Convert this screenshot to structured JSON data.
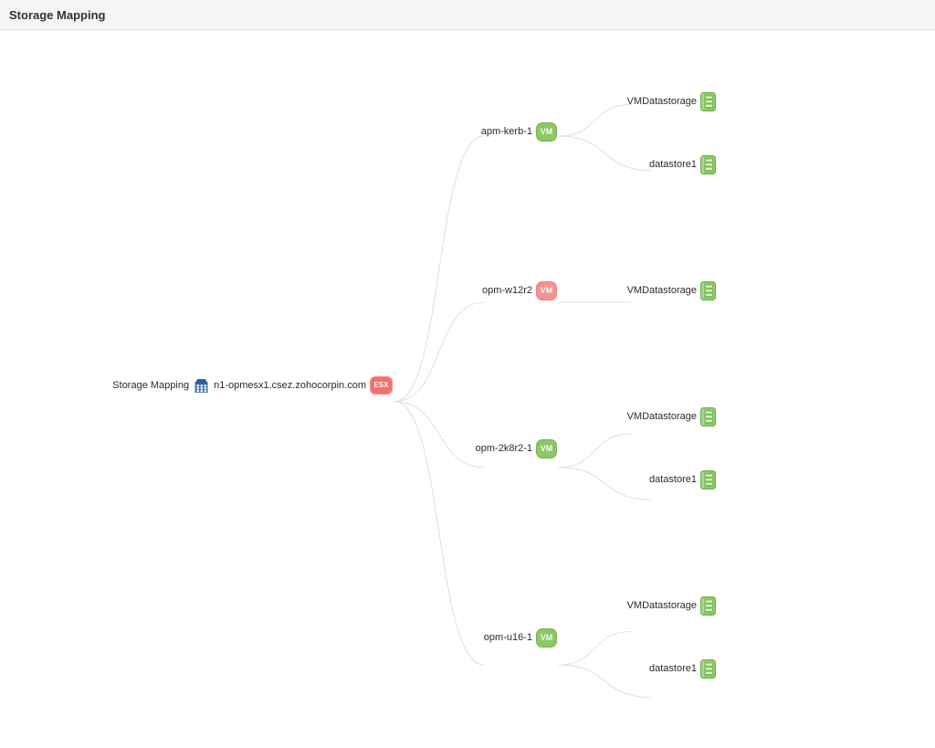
{
  "header": {
    "title": "Storage Mapping"
  },
  "tree": {
    "root": {
      "label": "Storage Mapping",
      "icon": "building-icon"
    },
    "host": {
      "label": "n1-opmesx1.csez.zohocorpin.com",
      "badge": "ESX",
      "type": "esx-host",
      "status_color": "#f3716b"
    },
    "vms": [
      {
        "label": "apm-kerb-1",
        "badge": "VM",
        "status_color": "#8bc962",
        "datastores": [
          {
            "label": "VMDatastorage"
          },
          {
            "label": "datastore1"
          }
        ]
      },
      {
        "label": "opm-w12r2",
        "badge": "VM",
        "status_color": "#f59191",
        "datastores": [
          {
            "label": "VMDatastorage"
          }
        ]
      },
      {
        "label": "opm-2k8r2-1",
        "badge": "VM",
        "status_color": "#8bc962",
        "datastores": [
          {
            "label": "VMDatastorage"
          },
          {
            "label": "datastore1"
          }
        ]
      },
      {
        "label": "opm-u16-1",
        "badge": "VM",
        "status_color": "#8bc962",
        "datastores": [
          {
            "label": "VMDatastorage"
          },
          {
            "label": "datastore1"
          }
        ]
      }
    ]
  },
  "colors": {
    "vm_ok": "#8bc962",
    "vm_down": "#f59191",
    "esx_badge": "#f3716b",
    "connector_line": "#e0e0e0",
    "datastore_icon_green": "#8dca6b",
    "building_icon_blue": "#4377ad",
    "header_bg": "#f5f5f5"
  }
}
